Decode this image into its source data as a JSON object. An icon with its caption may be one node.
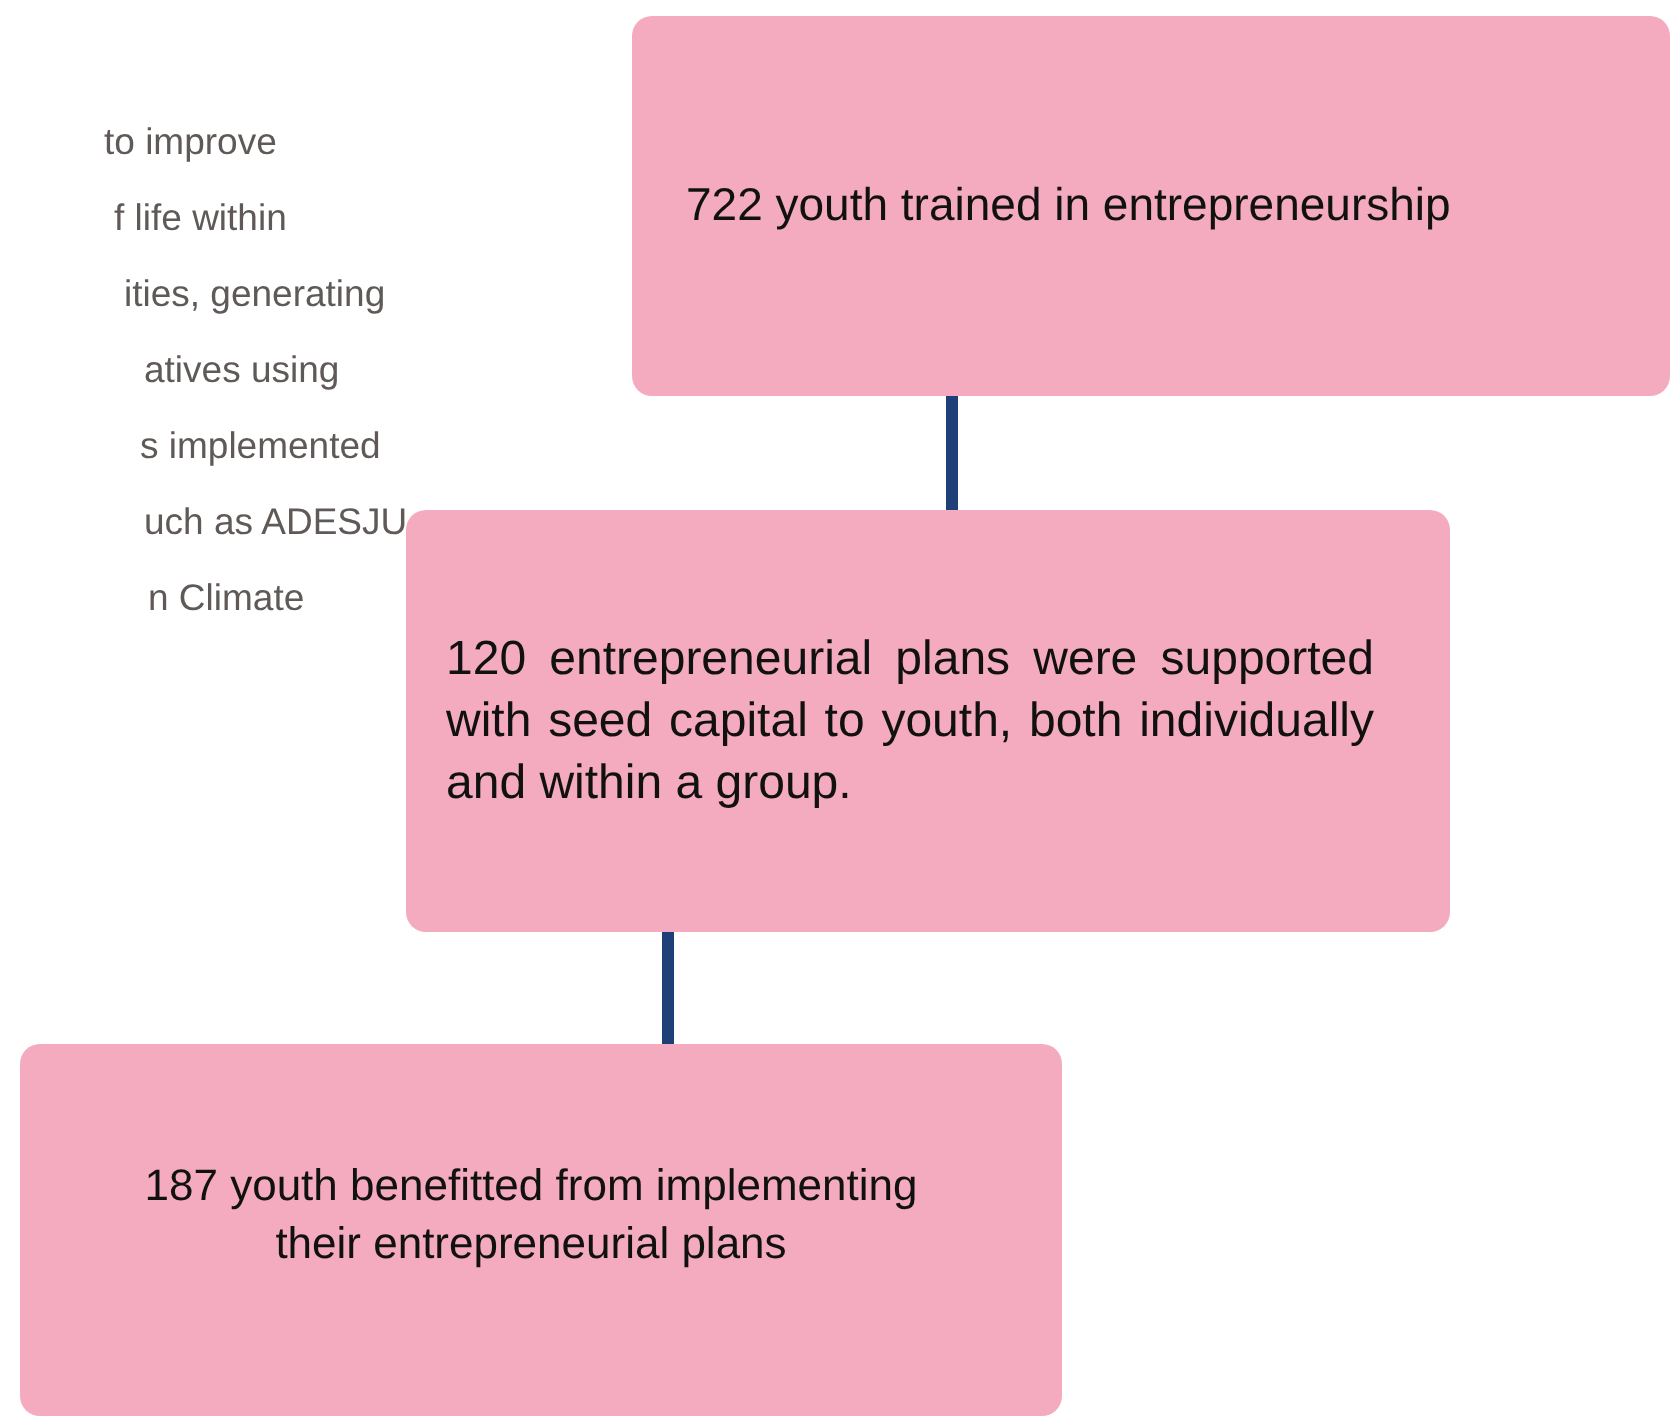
{
  "diagram": {
    "nodes": [
      {
        "text": [
          "722 youth trained in entrepreneurship"
        ]
      },
      {
        "text": [
          "120 entrepreneurial plans were supported with seed capital to youth, both individually and within a group."
        ]
      },
      {
        "text": [
          "187 youth benefitted from implementing their entrepreneurial plans"
        ]
      }
    ],
    "edges": [
      {
        "from": 0,
        "to": 1,
        "arrow": "none"
      },
      {
        "from": 1,
        "to": 2,
        "arrow": "none"
      }
    ],
    "labels": [
      "to improve",
      "f life within",
      "ities, generating",
      "atives using",
      "s implemented",
      "uch as ADESJU",
      "n Climate"
    ]
  }
}
